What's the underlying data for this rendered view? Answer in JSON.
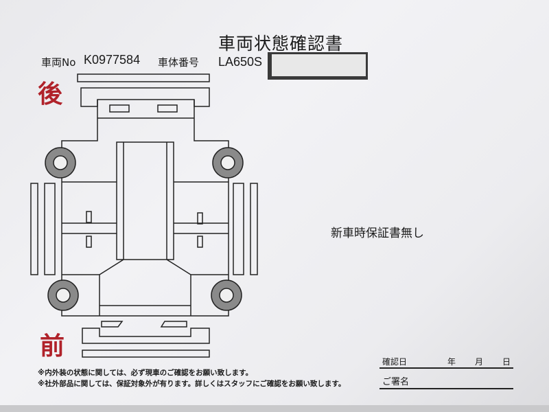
{
  "document": {
    "title": "車両状態確認書",
    "vehicle_no_label": "車両No",
    "vehicle_no": "K0977584",
    "chassis_no_label": "車体番号",
    "chassis_no": "LA650S",
    "rear_label": "後",
    "front_label": "前",
    "warranty_note": "新車時保証書無し",
    "notes": [
      "※内外装の状態に関しては、必ず現車のご確認をお願い致します。",
      "※社外部品に関しては、保証対象外が有ります。詳しくはスタッフにご確認をお願い致します。"
    ],
    "confirm_date_label": "確認日",
    "year_label": "年",
    "month_label": "月",
    "day_label": "日",
    "signature_label": "ご署名"
  }
}
